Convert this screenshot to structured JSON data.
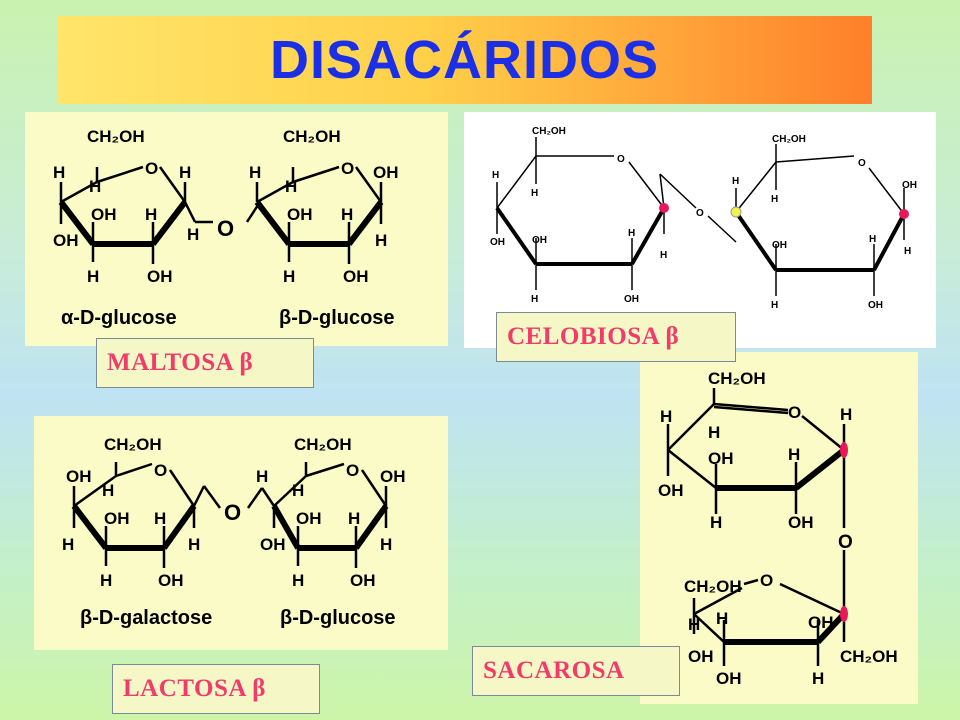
{
  "title": "DISACÁRIDOS",
  "labels": {
    "maltosa": "MALTOSA β",
    "celobiosa": "CELOBIOSA β",
    "lactosa": "LACTOSA β",
    "sacarosa": "SACAROSA"
  },
  "maltose": {
    "ch2oh": "CH₂OH",
    "o": "O",
    "h": "H",
    "oh": "OH",
    "caption_left": "α-D-glucose",
    "caption_right": "β-D-glucose"
  },
  "lactose": {
    "ch2oh": "CH₂OH",
    "o": "O",
    "h": "H",
    "oh": "OH",
    "caption_left": "β-D-galactose",
    "caption_right": "β-D-glucose"
  },
  "cellobiose": {
    "ch2oh": "CH₂OH",
    "o": "O",
    "h": "H",
    "oh": "OH"
  },
  "sucrose": {
    "ch2oh": "CH₂OH",
    "o": "O",
    "h": "H",
    "oh": "OH"
  },
  "colors": {
    "title_text": "#1a2fe6",
    "label_text": "#f03b6b",
    "panel_bg": "#fbfbc8",
    "bond_dot_red": "#e8185a",
    "bond_dot_yellow": "#f2f24a"
  }
}
